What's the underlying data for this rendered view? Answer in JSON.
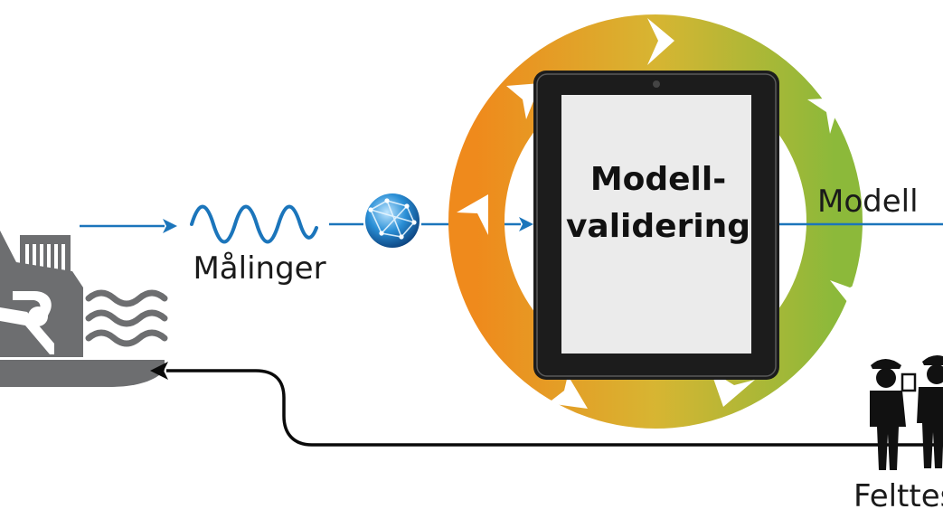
{
  "labels": {
    "measurements": "Målinger",
    "model_validation_line1": "Modell-",
    "model_validation_line2": "validering",
    "model": "Modell",
    "field_test": "Felttes"
  },
  "colors": {
    "flow_arrow": "#1b75bb",
    "feedback_arrow": "#0a0a0a",
    "plant_gray": "#6d6e70",
    "cycle_orange": "#ef8a1c",
    "cycle_yellow": "#d7b532",
    "cycle_green": "#8cb93a",
    "tablet_frame": "#1c1c1c",
    "tablet_screen": "#ebebeb"
  },
  "icons": {
    "plant": "hydropower-plant-icon",
    "wave": "sine-wave-icon",
    "globe": "network-globe-icon",
    "tablet": "tablet-icon",
    "workers": "field-workers-icon"
  }
}
